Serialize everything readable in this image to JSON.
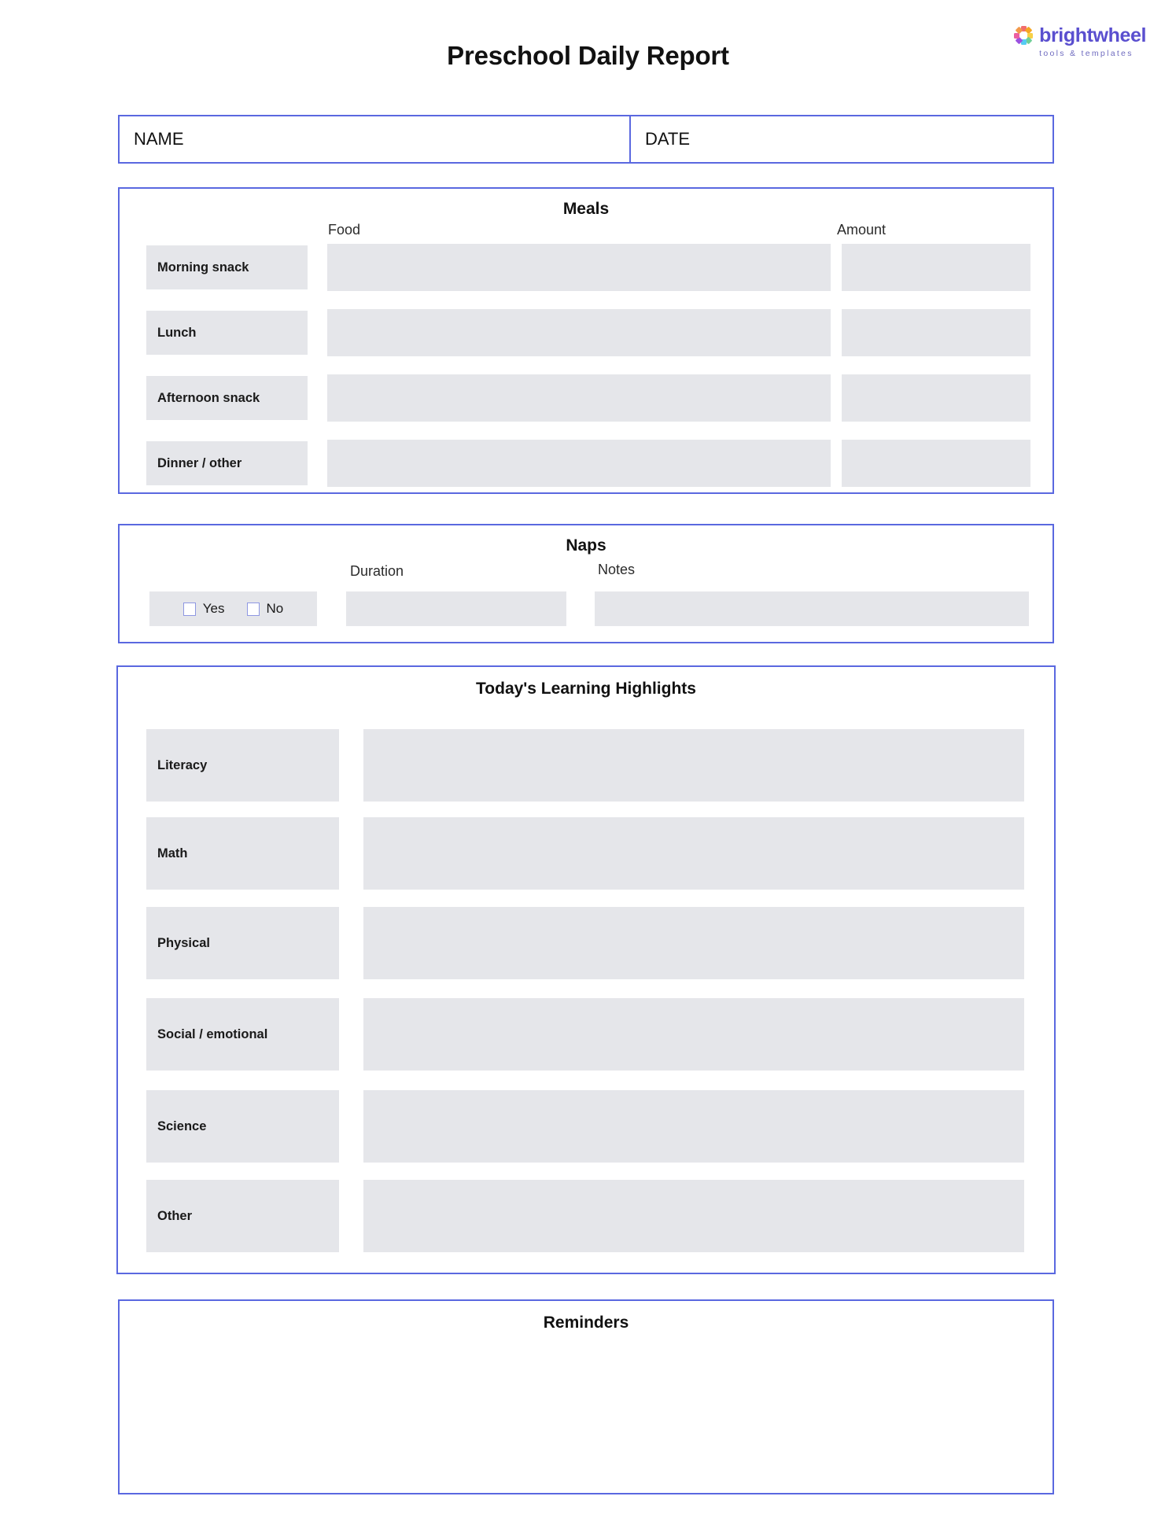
{
  "brand": {
    "name": "brightwheel",
    "tagline": "tools & templates",
    "mark_icon": "brightwheel-pinwheel-icon",
    "word_color": "#5a4fcf",
    "tagline_color": "#6f6bbf",
    "mark_colors": [
      "#f26d6d",
      "#f5a623",
      "#f7d046",
      "#6fcf97",
      "#56ccf2",
      "#9b51e0",
      "#eb5fa0",
      "#f2994a"
    ]
  },
  "document": {
    "title": "Preschool Daily Report",
    "accent_color": "#5a68e0",
    "field_color": "#e5e6ea"
  },
  "identity": {
    "name_label": "NAME",
    "name_value": "",
    "date_label": "DATE",
    "date_value": ""
  },
  "meals": {
    "title": "Meals",
    "columns": [
      "Food",
      "Amount"
    ],
    "rows": [
      {
        "label": "Morning snack",
        "food": "",
        "amount": ""
      },
      {
        "label": "Lunch",
        "food": "",
        "amount": ""
      },
      {
        "label": "Afternoon snack",
        "food": "",
        "amount": ""
      },
      {
        "label": "Dinner / other",
        "food": "",
        "amount": ""
      }
    ]
  },
  "naps": {
    "title": "Naps",
    "options": [
      {
        "label": "Yes",
        "checked": false
      },
      {
        "label": "No",
        "checked": false
      }
    ],
    "duration_label": "Duration",
    "duration_value": "",
    "notes_label": "Notes",
    "notes_value": ""
  },
  "learning": {
    "title": "Today's Learning Highlights",
    "rows": [
      {
        "label": "Literacy",
        "value": ""
      },
      {
        "label": "Math",
        "value": ""
      },
      {
        "label": "Physical",
        "value": ""
      },
      {
        "label": "Social / emotional",
        "value": ""
      },
      {
        "label": "Science",
        "value": ""
      },
      {
        "label": "Other",
        "value": ""
      }
    ]
  },
  "reminders": {
    "title": "Reminders",
    "value": ""
  }
}
